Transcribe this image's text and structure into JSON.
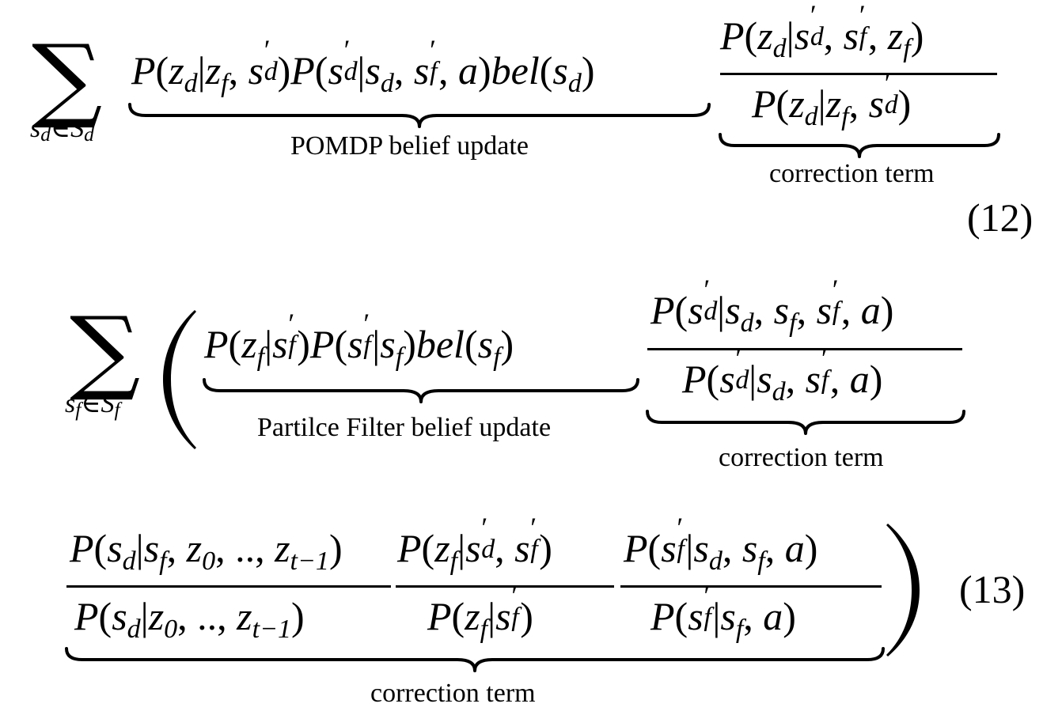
{
  "equations": [
    {
      "number": "(12)",
      "sum_index": "s_d∈S_d",
      "underbraces": [
        {
          "label": "POMDP belief update"
        },
        {
          "label": "correction term"
        }
      ]
    },
    {
      "number": "(13)",
      "sum_index": "s_f∈S_f",
      "underbraces": [
        {
          "label": "Partilce Filter belief update"
        },
        {
          "label": "correction term"
        },
        {
          "label": "correction term"
        }
      ]
    }
  ]
}
